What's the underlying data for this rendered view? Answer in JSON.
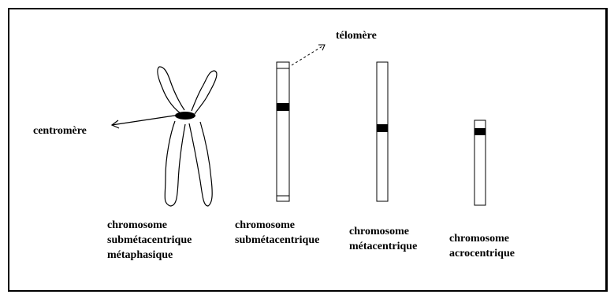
{
  "labels": {
    "telomere": "télomère",
    "centromere": "centromère"
  },
  "captions": {
    "metaphase": [
      "chromosome",
      "submétacentrique",
      "métaphasique"
    ],
    "submetacentric": [
      "chromosome",
      "submétacentrique"
    ],
    "metacentric": [
      "chromosome",
      "métacentrique"
    ],
    "acrocentric": [
      "chromosome",
      "acrocentrique"
    ]
  }
}
